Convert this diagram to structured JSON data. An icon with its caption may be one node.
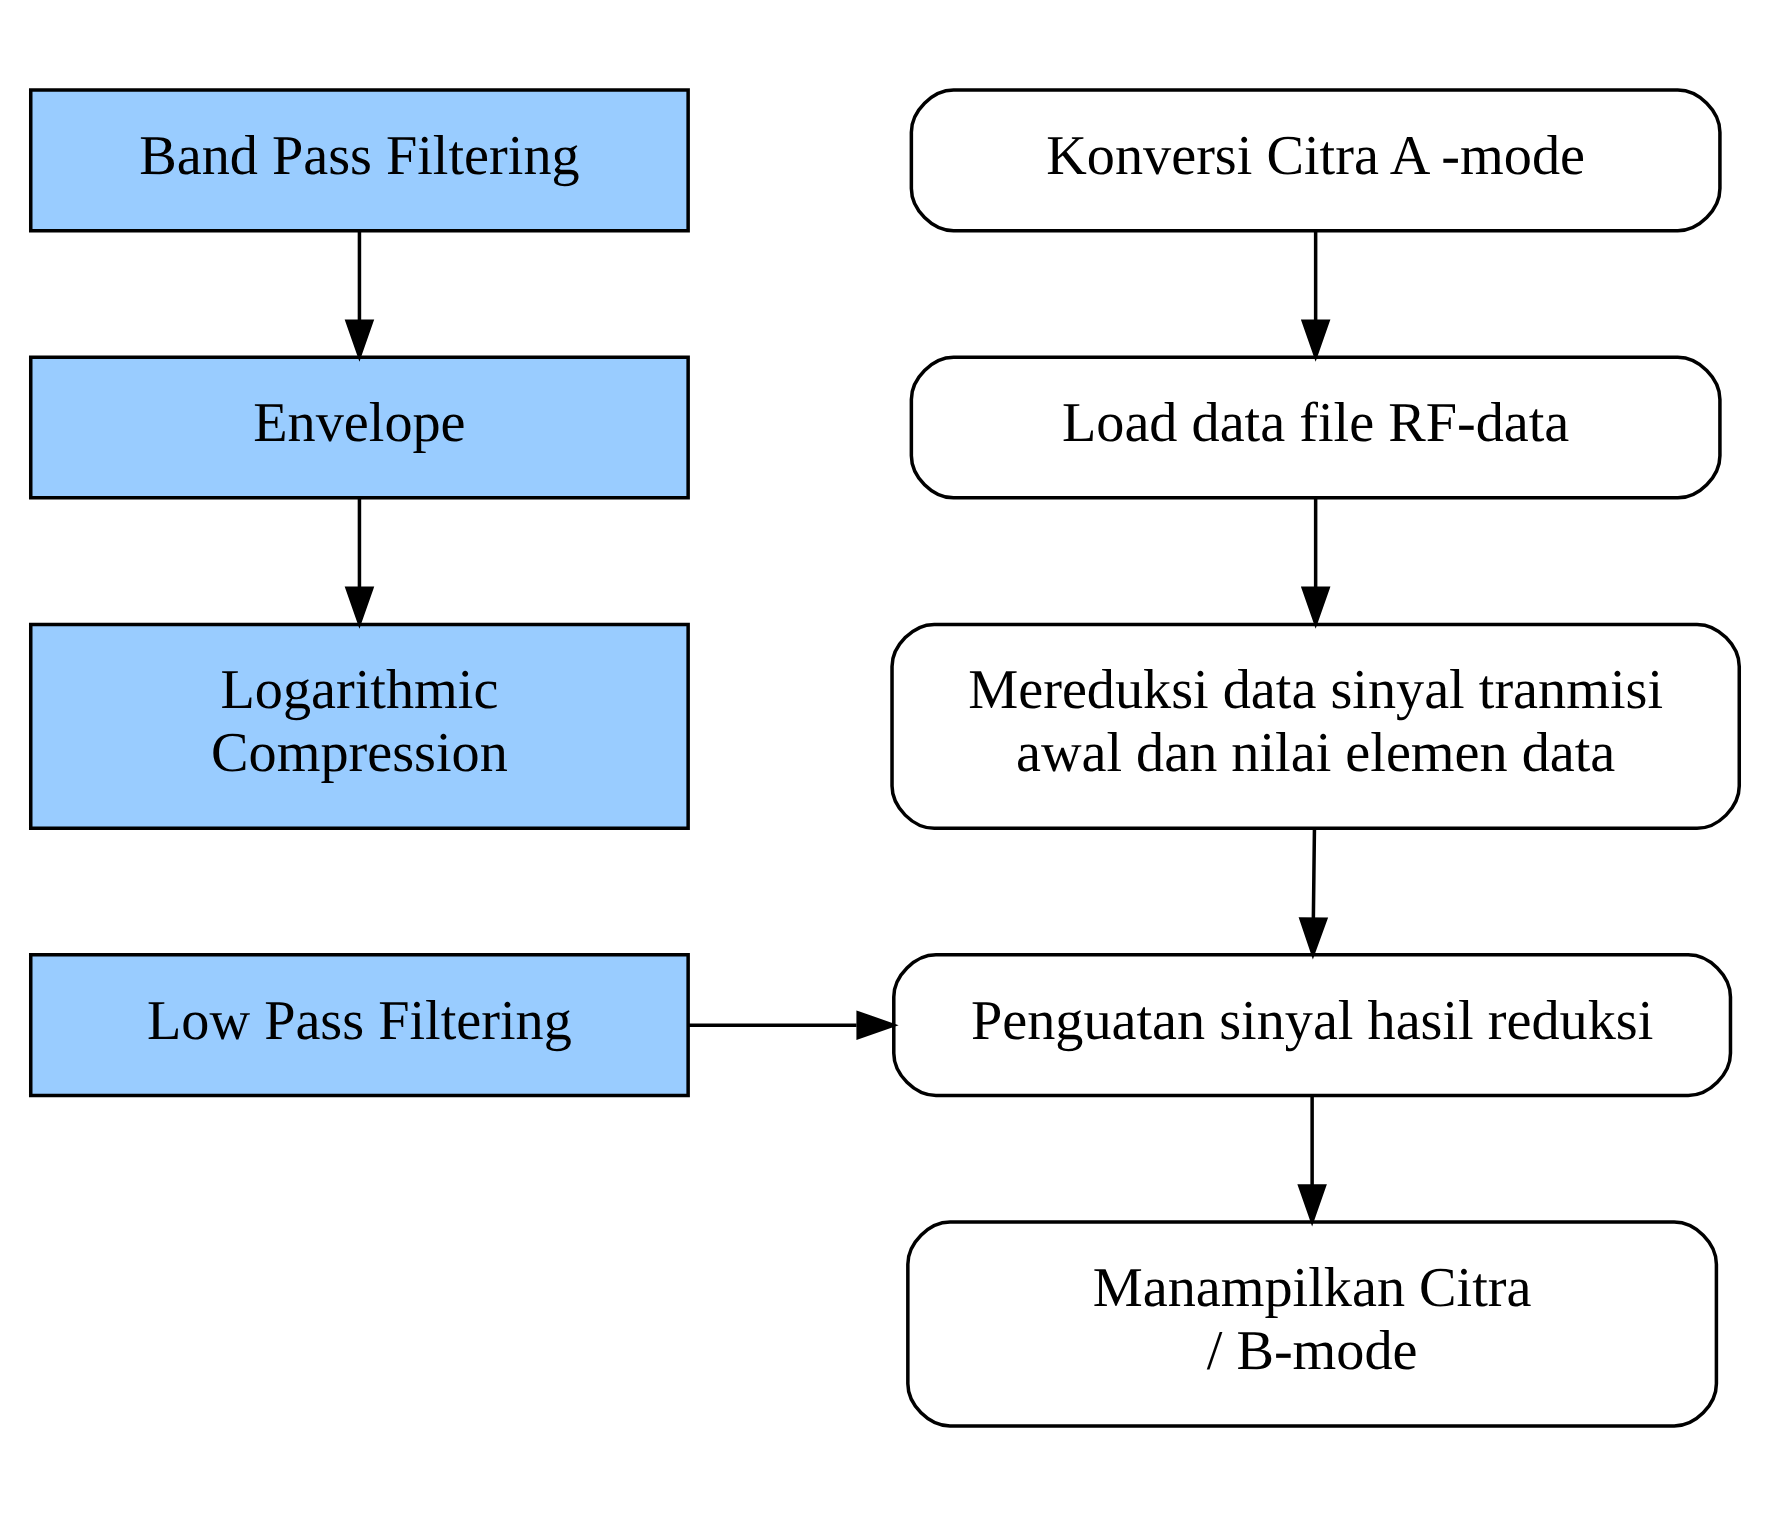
{
  "diagram": {
    "nodes": [
      {
        "text": [
          "Konversi Citra A -mode"
        ]
      },
      {
        "text": [
          "Load data file RF-data"
        ]
      },
      {
        "text": [
          "Mereduksi data sinyal tranmisi awal dan nilai elemen data"
        ]
      },
      {
        "text": [
          "Penguatan sinyal hasil reduksi"
        ]
      },
      {
        "text": [
          "Manampilkan Citra / B-mode"
        ]
      },
      {
        "text": [
          "Band Pass Filtering"
        ]
      },
      {
        "text": [
          "Envelope"
        ]
      },
      {
        "text": [
          "Logarithmic Compression"
        ]
      },
      {
        "text": [
          "Low Pass Filtering"
        ]
      }
    ],
    "edges": [
      {
        "from": 0,
        "to": 1,
        "arrow": "to"
      },
      {
        "from": 1,
        "to": 2,
        "arrow": "to"
      },
      {
        "from": 2,
        "to": 3,
        "arrow": "to"
      },
      {
        "from": 3,
        "to": 4,
        "arrow": "to"
      },
      {
        "from": 5,
        "to": 6,
        "arrow": "to"
      },
      {
        "from": 6,
        "to": 7,
        "arrow": "to"
      },
      {
        "from": 8,
        "to": 3,
        "arrow": "to"
      }
    ]
  }
}
